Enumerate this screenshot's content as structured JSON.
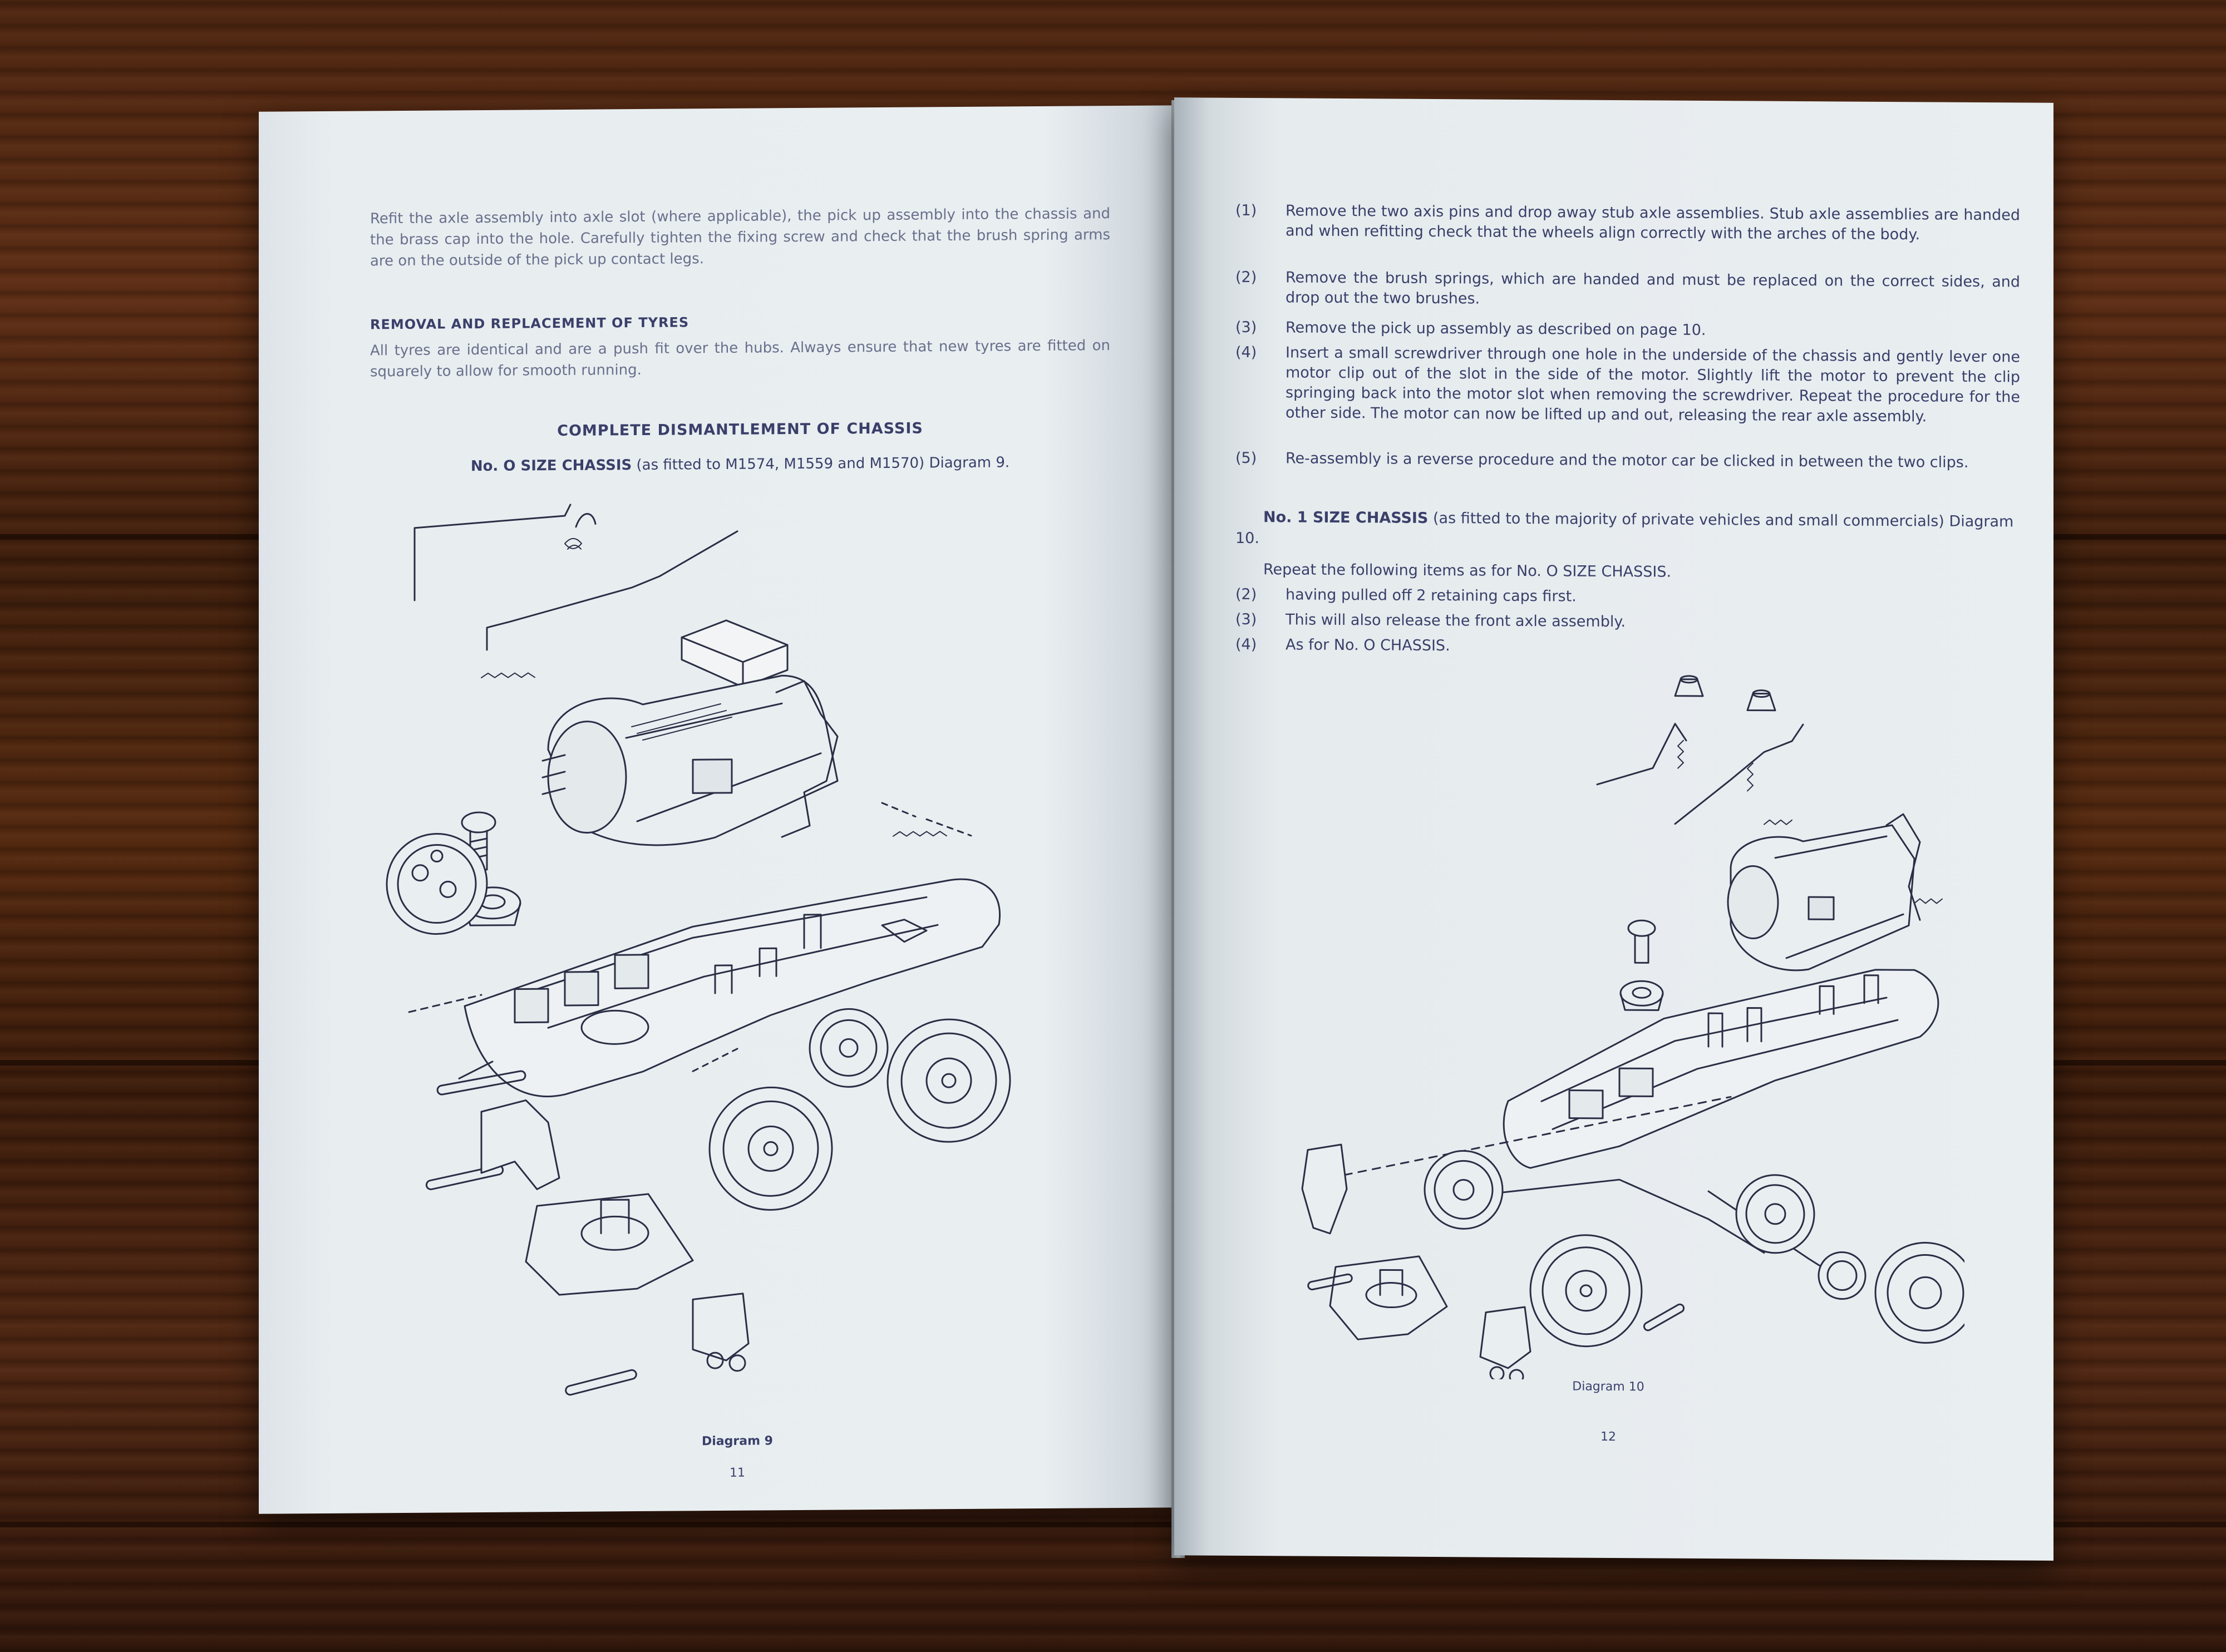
{
  "left_page": {
    "intro_paragraph": "Refit the axle assembly into axle slot (where applicable), the pick up assembly into the chassis and the brass cap into the hole. Carefully tighten the fixing screw and check that the brush spring arms are on the outside of the pick up contact legs.",
    "tyres_heading": "REMOVAL AND REPLACEMENT OF TYRES",
    "tyres_paragraph": "All tyres are identical and are a push fit over the hubs. Always ensure that new tyres are fitted on squarely to allow for smooth running.",
    "section_heading": "COMPLETE DISMANTLEMENT OF CHASSIS",
    "subheading_bold": "No. O SIZE CHASSIS",
    "subheading_rest": "(as fitted to M1574, M1559 and M1570) Diagram 9.",
    "diagram_caption": "Diagram 9",
    "page_number": "11"
  },
  "right_page": {
    "steps": [
      {
        "num": "(1)",
        "text": "Remove the two axis pins and drop away stub axle assemblies. Stub axle assemblies are handed and when refitting check that the wheels align correctly with the arches of the body."
      },
      {
        "num": "(2)",
        "text": "Remove the brush springs, which are handed and must be replaced on the correct sides, and drop out the two brushes."
      },
      {
        "num": "(3)",
        "text": "Remove the pick up assembly as described on page 10."
      },
      {
        "num": "(4)",
        "text": "Insert a small screwdriver through one hole in the underside of the chassis and gently lever one motor clip out of the slot in the side of the motor. Slightly lift the motor to prevent the clip springing back into the motor slot when removing the screwdriver. Repeat the procedure for the other side. The motor can now be lifted up and out, releasing the rear axle assembly."
      },
      {
        "num": "(5)",
        "text": "Re-assembly is a reverse procedure and the motor car be clicked in between the two clips."
      }
    ],
    "size1_bold": "No. 1 SIZE CHASSIS",
    "size1_rest": "(as fitted to the majority of private vehicles and small commercials) Diagram 10.",
    "repeat_line": "Repeat the following items as for No. O SIZE CHASSIS.",
    "items": [
      {
        "num": "(2)",
        "text": "having pulled off 2 retaining caps first."
      },
      {
        "num": "(3)",
        "text": "This will also release the front axle assembly."
      },
      {
        "num": "(4)",
        "text": "As for No. O CHASSIS."
      }
    ],
    "diagram_caption": "Diagram 10",
    "page_number": "12"
  },
  "colors": {
    "ink": "#3a3f6a",
    "paper": "#e8edf0",
    "wood": "#4a2410"
  }
}
